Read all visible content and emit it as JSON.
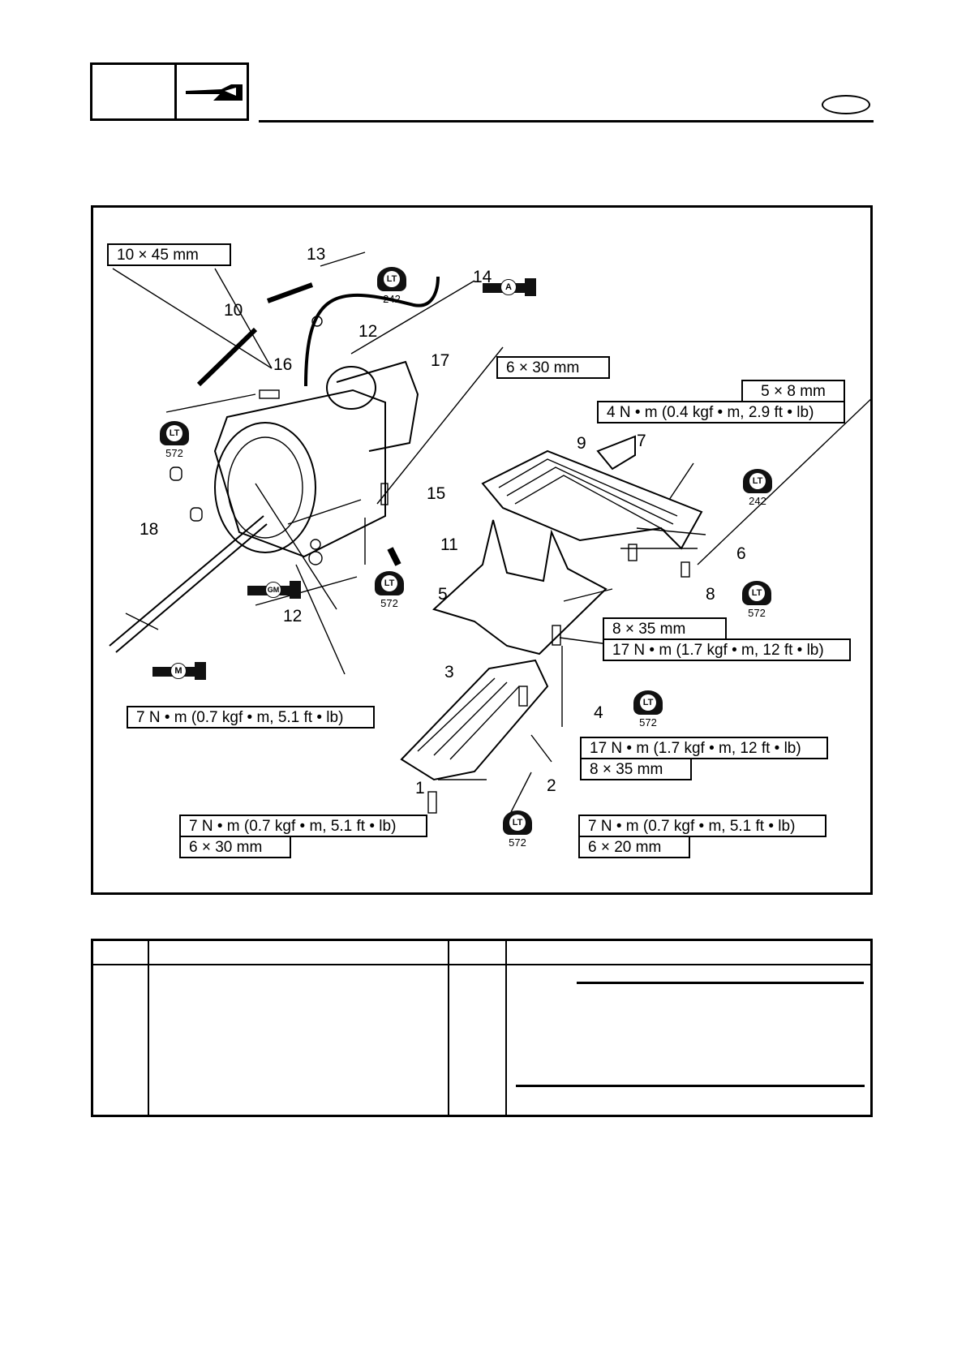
{
  "diagram": {
    "callouts": {
      "c1": "1",
      "c2": "2",
      "c3": "3",
      "c4": "4",
      "c5": "5",
      "c6": "6",
      "c7": "7",
      "c8": "8",
      "c9": "9",
      "c10": "10",
      "c11": "11",
      "c12a": "12",
      "c12b": "12",
      "c13": "13",
      "c14": "14",
      "c15": "15",
      "c16": "16",
      "c17": "17",
      "c18": "18"
    },
    "specs": {
      "bolt10": "10 × 45 mm",
      "bolt15": "6 × 30 mm",
      "bolt6_size": "5 × 8 mm",
      "bolt6_torque": "4 N • m (0.4 kgf • m, 2.9 ft • lb)",
      "bolt8_size": "8 × 35 mm",
      "bolt8_torque": "17 N • m (1.7 kgf • m, 12 ft • lb)",
      "nut12_torque": "7 N • m (0.7 kgf • m, 5.1 ft • lb)",
      "bolt4_torque": "17 N • m (1.7 kgf • m, 12 ft • lb)",
      "bolt4_size": "8 × 35 mm",
      "bolt1_torque": "7 N • m (0.7 kgf • m, 5.1 ft • lb)",
      "bolt1_size": "6 × 30 mm",
      "bolt2_torque": "7 N • m (0.7 kgf • m, 5.1 ft • lb)",
      "bolt2_size": "6 × 20 mm"
    },
    "icons": {
      "lt_label": "LT",
      "lt13_code": "242",
      "lt16_code": "572",
      "lt15_code": "572",
      "lt6_code": "242",
      "lt8_code": "572",
      "lt4_code": "572",
      "lt1_code": "572",
      "grease_a": "A",
      "grease_gm": "GM",
      "grease_m": "M"
    }
  }
}
